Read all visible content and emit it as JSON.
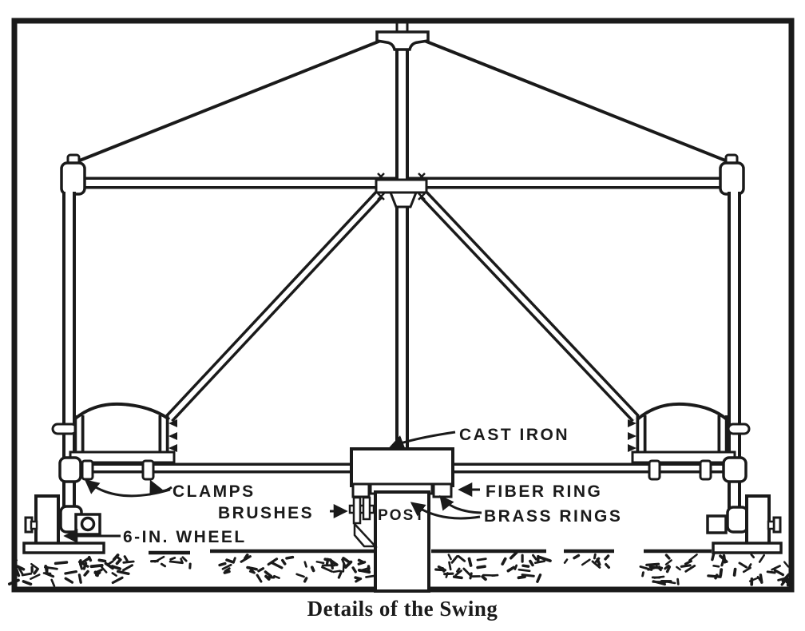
{
  "figure": {
    "caption": "Details of the Swing",
    "labels": {
      "cast_iron": "CAST IRON",
      "clamps": "CLAMPS",
      "brushes": "BRUSHES",
      "post": "POST",
      "fiber_ring": "FIBER RING",
      "brass_rings": "BRASS RINGS",
      "wheel": "6-IN. WHEEL"
    },
    "colors": {
      "ink": "#1a1a1a",
      "paper": "#ffffff"
    }
  }
}
